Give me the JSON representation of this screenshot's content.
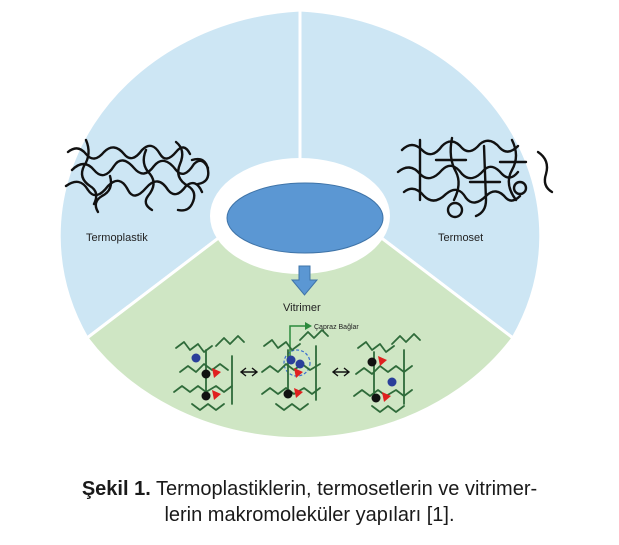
{
  "diagram": {
    "labels": {
      "termoplastik": "Termoplastik",
      "termoset": "Termoset",
      "vitrimer": "Vitrimer",
      "crosslink": "Çapraz Bağlar"
    },
    "colors": {
      "blue_sector": "#cde6f4",
      "green_sector": "#cfe6c4",
      "center_ellipse": "#5b97d3",
      "arrow": "#5b97d3",
      "chain_dark": "#111111",
      "chain_green": "#2f6b3a",
      "crosslink_blue": "#2a3f9a",
      "crosslink_red": "#e02020"
    }
  },
  "caption": {
    "prefix": "Şekil 1.",
    "line1": " Termoplastiklerin, termosetlerin ve vitrimer-",
    "line2": "lerin makromoleküler yapıları [1]."
  }
}
